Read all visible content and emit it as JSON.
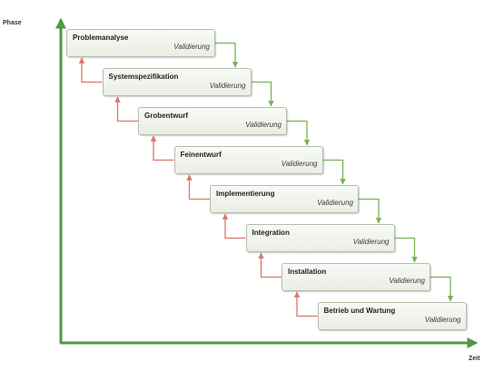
{
  "axes": {
    "y_label": "Phase",
    "x_label": "Zeit"
  },
  "phases": [
    {
      "name": "Problemanalyse",
      "validation": "Validierung"
    },
    {
      "name": "Systemspezifikation",
      "validation": "Validierung"
    },
    {
      "name": "Grobentwurf",
      "validation": "Validierung"
    },
    {
      "name": "Feinentwurf",
      "validation": "Validierung"
    },
    {
      "name": "Implementierung",
      "validation": "Validierung"
    },
    {
      "name": "Integration",
      "validation": "Validierung"
    },
    {
      "name": "Installation",
      "validation": "Validierung"
    },
    {
      "name": "Betrieb und Wartung",
      "validation": "Validierung"
    }
  ],
  "colors": {
    "axis": "#4f9a3f",
    "forward_arrow": "#7ab356",
    "feedback_arrow": "#d9776b"
  }
}
